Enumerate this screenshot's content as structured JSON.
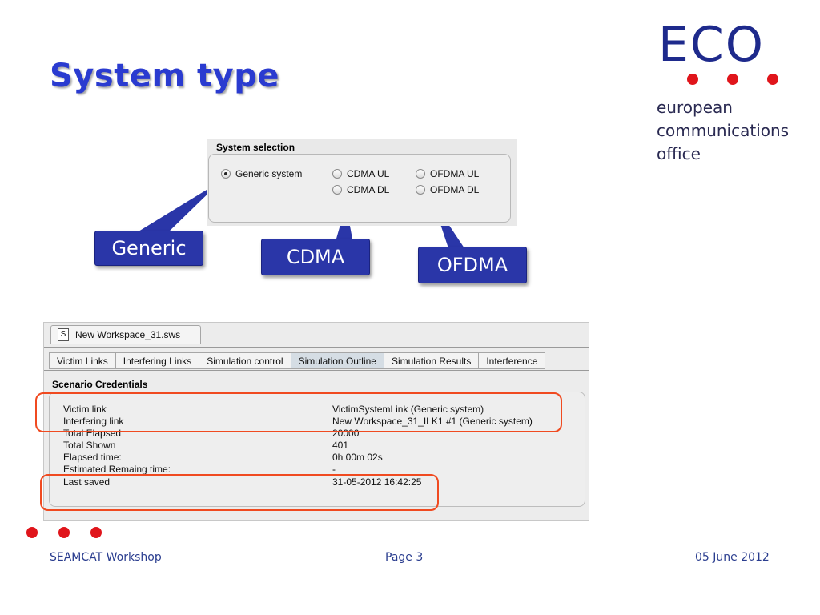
{
  "title": "System type",
  "logo": {
    "wordmark": "ECO",
    "lines": [
      "european",
      "communications",
      "office"
    ],
    "dot_color": "#e0151b",
    "text_color": "#1e2a8c"
  },
  "system_selection": {
    "title": "System selection",
    "options": [
      {
        "label": "Generic system",
        "selected": true
      },
      {
        "label": "CDMA UL",
        "selected": false
      },
      {
        "label": "CDMA DL",
        "selected": false
      },
      {
        "label": "OFDMA UL",
        "selected": false
      },
      {
        "label": "OFDMA DL",
        "selected": false
      }
    ]
  },
  "callouts": {
    "generic": "Generic",
    "cdma": "CDMA",
    "ofdma": "OFDMA",
    "color": "#2a36a8"
  },
  "workspace": {
    "doc_tab": "New Workspace_31.sws",
    "tabs": [
      {
        "label": "Victim Links",
        "active": false
      },
      {
        "label": "Interfering Links",
        "active": false
      },
      {
        "label": "Simulation control",
        "active": false
      },
      {
        "label": "Simulation Outline",
        "active": true
      },
      {
        "label": "Simulation Results",
        "active": false
      },
      {
        "label": "Interference",
        "active": false
      }
    ],
    "section_title": "Scenario Credentials",
    "rows": [
      {
        "label": "Victim link",
        "value": "VictimSystemLink (Generic system)"
      },
      {
        "label": "Interfering link",
        "value": "New Workspace_31_ILK1 #1 (Generic system)"
      },
      {
        "label": "Total Elapsed",
        "value": "20000"
      },
      {
        "label": "Total Shown",
        "value": "401"
      },
      {
        "label": "Elapsed time:",
        "value": "0h 00m 02s"
      },
      {
        "label": "Estimated Remaing time:",
        "value": "-"
      },
      {
        "label": "Last saved",
        "value": "31-05-2012 16:42:25"
      }
    ],
    "highlight_color": "#f04a20"
  },
  "footer": {
    "left": "SEAMCAT Workshop",
    "center": "Page 3",
    "right": "05 June 2012"
  }
}
